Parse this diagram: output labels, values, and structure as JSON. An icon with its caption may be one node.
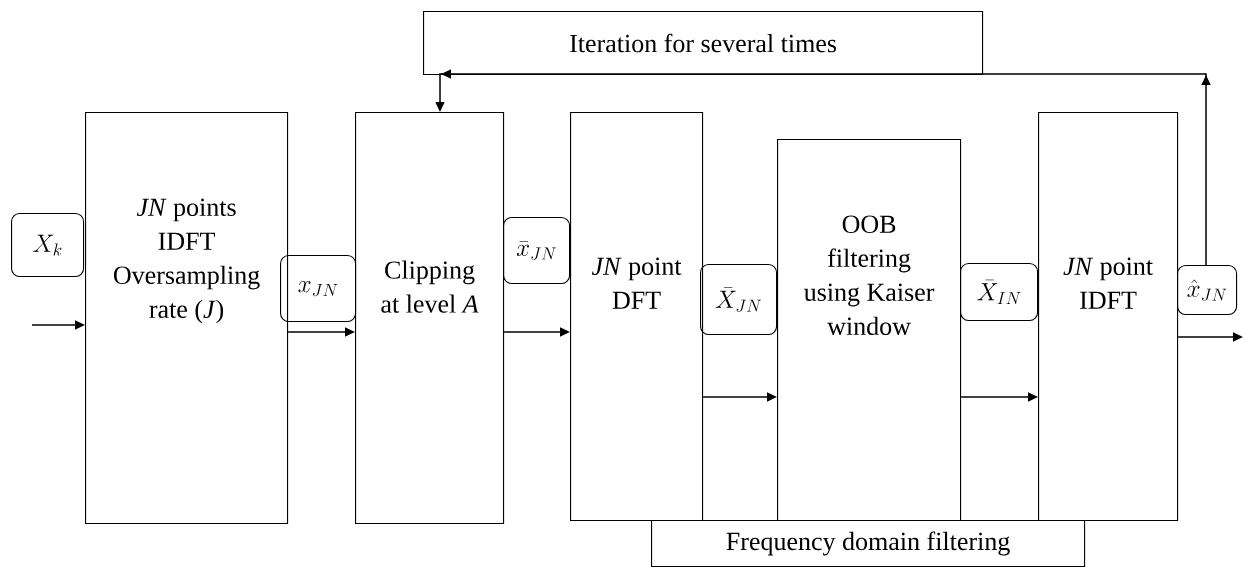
{
  "diagram": {
    "nodes": [
      {
        "text": [
          "Iteration for several times"
        ]
      },
      {
        "text": [
          "X_k"
        ]
      },
      {
        "text": [
          "*JN* points IDFT Oversampling rate (*J*)"
        ]
      },
      {
        "text": [
          "x_{JN}"
        ]
      },
      {
        "text": [
          "Clipping at level *A*"
        ]
      },
      {
        "text": [
          "\\bar{x}_{JN}"
        ]
      },
      {
        "text": [
          "*JN* point DFT"
        ]
      },
      {
        "text": [
          "\\bar{X}_{JN}"
        ]
      },
      {
        "text": [
          "OOB filtering using Kaiser window"
        ]
      },
      {
        "text": [
          "\\bar{X}_{IN}"
        ]
      },
      {
        "text": [
          "*JN* point IDFT"
        ]
      },
      {
        "text": [
          "\\hat{x}_{JN}"
        ]
      },
      {
        "text": [
          "Frequency domain filtering"
        ]
      }
    ],
    "edges": [
      {
        "from": null,
        "to": 2,
        "arrow": "to"
      },
      {
        "from": 2,
        "to": 4,
        "arrow": "to"
      },
      {
        "from": 4,
        "to": 6,
        "arrow": "to"
      },
      {
        "from": 6,
        "to": 8,
        "arrow": "to"
      },
      {
        "from": 8,
        "to": 10,
        "arrow": "to"
      },
      {
        "from": 10,
        "to": null,
        "arrow": "to"
      },
      {
        "from": 11,
        "to": 4,
        "arrow": "to"
      }
    ]
  }
}
